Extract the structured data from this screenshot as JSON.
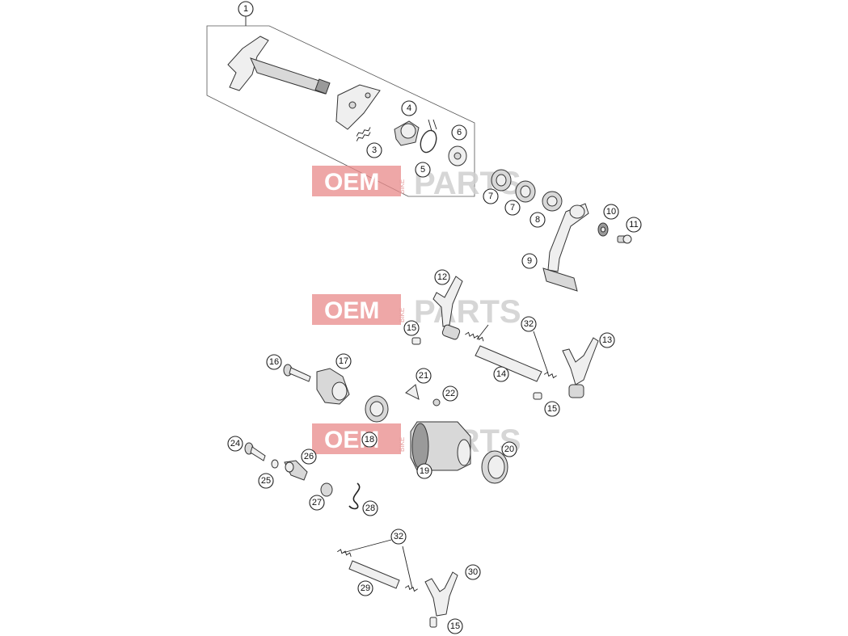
{
  "watermark": {
    "left": "OEM",
    "right": "PARTS",
    "vertical": "BIKE"
  },
  "callouts": [
    {
      "id": "c1",
      "label": "1"
    },
    {
      "id": "c3",
      "label": "3"
    },
    {
      "id": "c4",
      "label": "4"
    },
    {
      "id": "c5",
      "label": "5"
    },
    {
      "id": "c6",
      "label": "6"
    },
    {
      "id": "c7a",
      "label": "7"
    },
    {
      "id": "c7b",
      "label": "7"
    },
    {
      "id": "c8",
      "label": "8"
    },
    {
      "id": "c9",
      "label": "9"
    },
    {
      "id": "c10",
      "label": "10"
    },
    {
      "id": "c11",
      "label": "11"
    },
    {
      "id": "c12",
      "label": "12"
    },
    {
      "id": "c13",
      "label": "13"
    },
    {
      "id": "c14",
      "label": "14"
    },
    {
      "id": "c15a",
      "label": "15"
    },
    {
      "id": "c15b",
      "label": "15"
    },
    {
      "id": "c15c",
      "label": "15"
    },
    {
      "id": "c16",
      "label": "16"
    },
    {
      "id": "c17",
      "label": "17"
    },
    {
      "id": "c18",
      "label": "18"
    },
    {
      "id": "c19",
      "label": "19"
    },
    {
      "id": "c20",
      "label": "20"
    },
    {
      "id": "c21",
      "label": "21"
    },
    {
      "id": "c22",
      "label": "22"
    },
    {
      "id": "c24",
      "label": "24"
    },
    {
      "id": "c25",
      "label": "25"
    },
    {
      "id": "c26",
      "label": "26"
    },
    {
      "id": "c27",
      "label": "27"
    },
    {
      "id": "c28",
      "label": "28"
    },
    {
      "id": "c29",
      "label": "29"
    },
    {
      "id": "c30",
      "label": "30"
    },
    {
      "id": "c32a",
      "label": "32"
    },
    {
      "id": "c32b",
      "label": "32"
    }
  ]
}
